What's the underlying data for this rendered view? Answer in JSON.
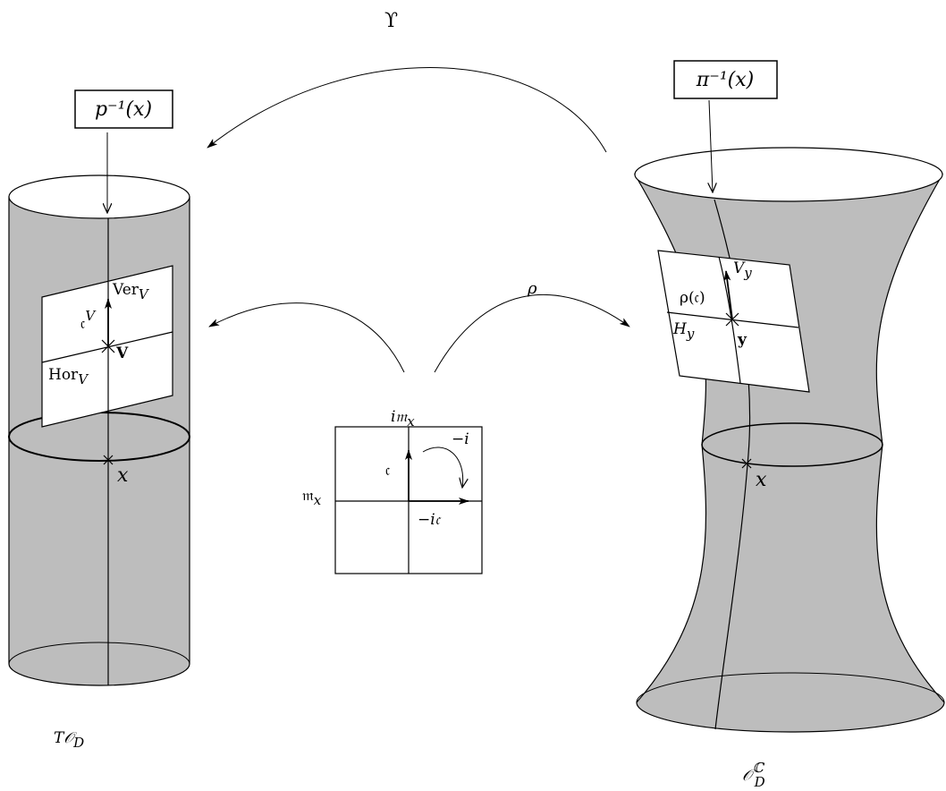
{
  "colors": {
    "surface_fill": "#bdbdbd",
    "stroke": "#000000",
    "plane_fill": "#ffffff"
  },
  "labels": {
    "top_map": "ϒ",
    "rho": "ρ",
    "fiber_left": "p⁻¹(x)",
    "fiber_right": "π⁻¹(x)",
    "ver_v": "Ver",
    "ver_v_sub": "V",
    "hor_v": "Hor",
    "hor_v_sub": "V",
    "c_v": "𝔠",
    "c_v_sup": "V",
    "bold_v": "V",
    "x_left": "x",
    "x_right": "x",
    "left_space": "T𝒪",
    "left_space_sub": "D",
    "right_space": "𝒪",
    "right_space_sub": "D",
    "right_space_sup": "ℂ",
    "v_y": "V",
    "v_y_sub": "y",
    "rho_c": "ρ(𝔠)",
    "h_y": "H",
    "h_y_sub": "y",
    "bold_y": "y",
    "im_x": "i𝔪",
    "im_x_sub": "x",
    "m_x": "𝔪",
    "m_x_sub": "x",
    "c_gothic": "𝔠",
    "minus_i": "−i",
    "minus_ic": "−i𝔠"
  }
}
